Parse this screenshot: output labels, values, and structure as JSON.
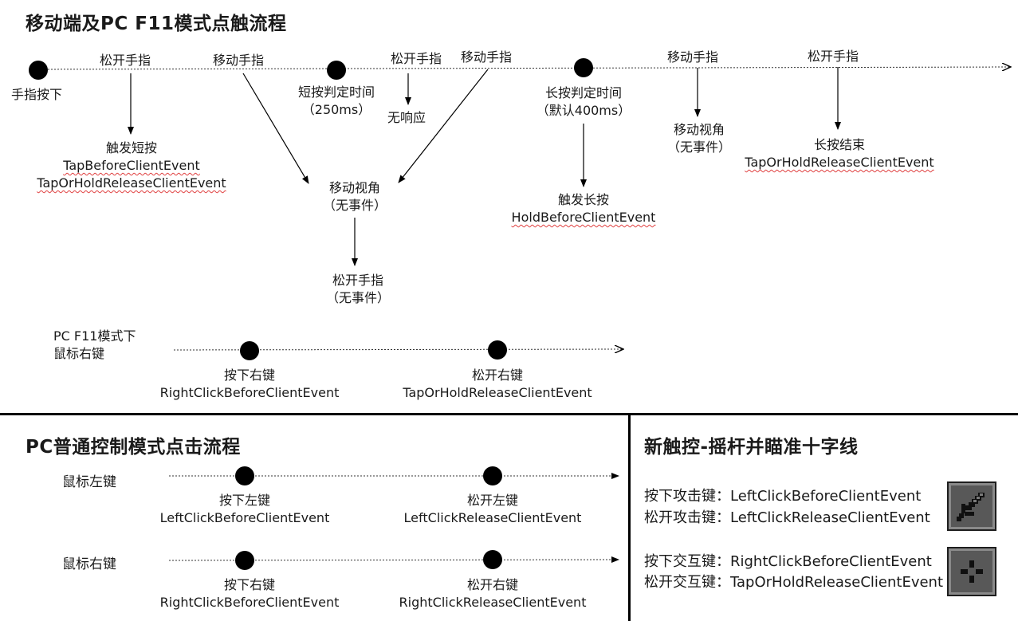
{
  "top": {
    "title": "移动端及PC F11模式点触流程",
    "start": "手指按下",
    "release1": "松开手指",
    "move1": "移动手指",
    "tap_judge": "短按判定时间",
    "tap_judge_ms": "（250ms）",
    "release2": "松开手指",
    "no_response": "无响应",
    "move2": "移动手指",
    "hold_judge": "长按判定时间",
    "hold_judge_ms": "（默认400ms）",
    "move3": "移动手指",
    "release3": "松开手指",
    "tap_trigger": "触发短按",
    "tap_ev1": "TapBeforeClientEvent",
    "tap_ev2": "TapOrHoldReleaseClientEvent",
    "move_view": "移动视角",
    "no_event": "（无事件）",
    "release4": "松开手指",
    "no_event2": "（无事件）",
    "hold_trigger": "触发长按",
    "hold_ev": "HoldBeforeClientEvent",
    "move_view2": "移动视角",
    "no_event3": "（无事件）",
    "hold_end": "长按结束",
    "hold_end_ev": "TapOrHoldReleaseClientEvent"
  },
  "f11": {
    "label1": "PC F11模式下",
    "label2": "鼠标右键",
    "press": "按下右键",
    "press_ev": "RightClickBeforeClientEvent",
    "release": "松开右键",
    "release_ev": "TapOrHoldReleaseClientEvent"
  },
  "pc": {
    "title": "PC普通控制模式点击流程",
    "left_label": "鼠标左键",
    "left_press": "按下左键",
    "left_press_ev": "LeftClickBeforeClientEvent",
    "left_release": "松开左键",
    "left_release_ev": "LeftClickReleaseClientEvent",
    "right_label": "鼠标右键",
    "right_press": "按下右键",
    "right_press_ev": "RightClickBeforeClientEvent",
    "right_release": "松开右键",
    "right_release_ev": "RightClickReleaseClientEvent"
  },
  "joystick": {
    "title": "新触控-摇杆并瞄准十字线",
    "attack_press": "按下攻击键：",
    "attack_press_ev": "LeftClickBeforeClientEvent",
    "attack_release": "松开攻击键：",
    "attack_release_ev": "LeftClickReleaseClientEvent",
    "interact_press": "按下交互键：",
    "interact_press_ev": "RightClickBeforeClientEvent",
    "interact_release": "松开交互键：",
    "interact_release_ev": "TapOrHoldReleaseClientEvent",
    "attack_icon": "sword-icon",
    "interact_icon": "crosshair-icon"
  }
}
